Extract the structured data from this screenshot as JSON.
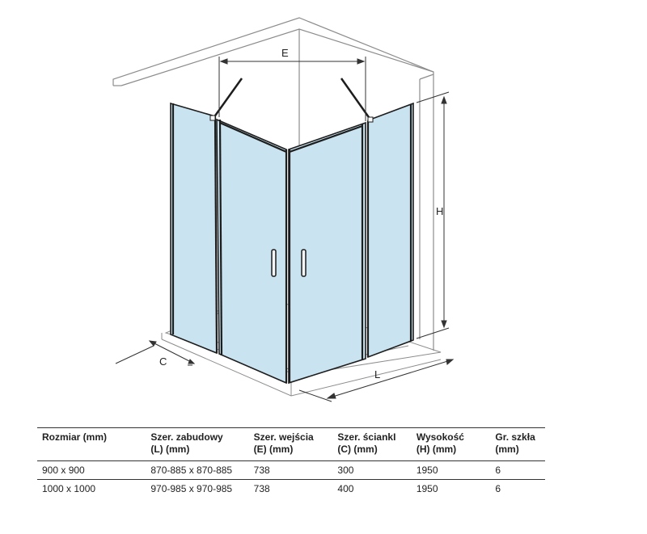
{
  "diagram": {
    "labels": {
      "E": "E",
      "H": "H",
      "C": "C",
      "L": "L"
    },
    "colors": {
      "glass": "#c9e4f0",
      "frame": "#1d1d1d",
      "wall": "#8c8c8c",
      "dimension": "#333333"
    }
  },
  "table": {
    "headers": [
      {
        "main": "Rozmiar (mm)",
        "sub": ""
      },
      {
        "main": "Szer. zabudowy",
        "sub": "(L) (mm)"
      },
      {
        "main": "Szer. wejścia",
        "sub": "(E) (mm)"
      },
      {
        "main": "Szer. ściankI",
        "sub": "(C) (mm)"
      },
      {
        "main": "Wysokość",
        "sub": "(H) (mm)"
      },
      {
        "main": "Gr. szkła",
        "sub": "(mm)"
      }
    ],
    "rows": [
      [
        "900 x  900",
        "870-885 x 870-885",
        "738",
        "300",
        "1950",
        "6"
      ],
      [
        "1000 x 1000",
        "970-985 x 970-985",
        "738",
        "400",
        "1950",
        "6"
      ]
    ]
  }
}
